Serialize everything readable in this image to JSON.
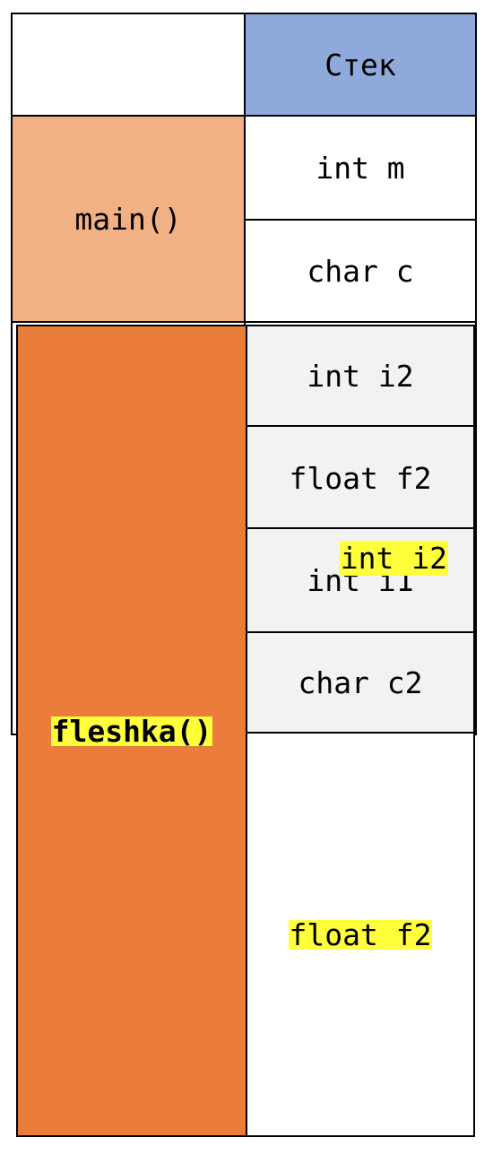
{
  "header": {
    "stack_label": "Стек"
  },
  "main_frame": {
    "label": "main()",
    "rows": [
      "int m",
      "char c"
    ]
  },
  "old_frame": {
    "rows": [
      "int i2",
      "float f2",
      "int i1",
      "char c2"
    ]
  },
  "fleshka_frame": {
    "label": "fleshka()",
    "rows": [
      "int i2",
      "float f2"
    ]
  },
  "colors": {
    "header_fill": "#8eaadb",
    "main_fill": "#f2b085",
    "fleshka_fill": "#ea7d3c",
    "row_fill": "#f2f2f2",
    "highlight": "#ffff3c"
  }
}
